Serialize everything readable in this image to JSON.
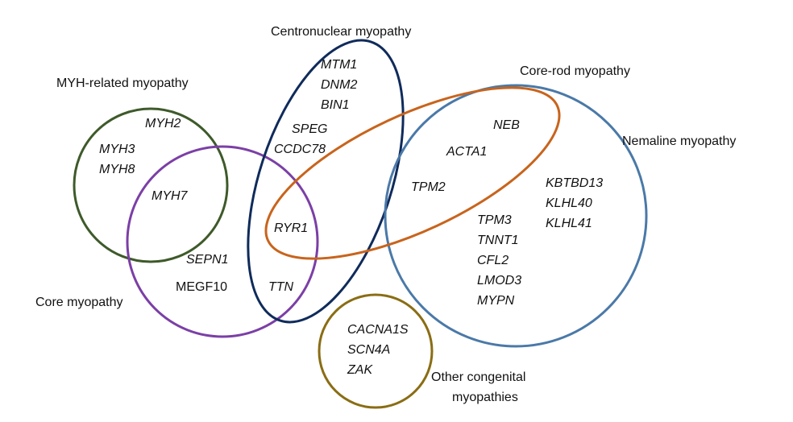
{
  "colors": {
    "myh": "#3e5a2a",
    "core": "#7b3fa6",
    "centronuclear": "#0f2b5b",
    "corerod": "#c8641c",
    "nemaline": "#4a79a8",
    "other": "#8a6d14"
  },
  "groups": {
    "myh": {
      "label": "MYH-related myopathy",
      "genes": [
        "MYH2",
        "MYH3",
        "MYH8"
      ]
    },
    "myh_core": {
      "genes": [
        "MYH7"
      ]
    },
    "core": {
      "label": "Core myopathy",
      "genes": [
        "SEPN1"
      ],
      "upright_genes": [
        "MEGF10"
      ]
    },
    "centronuclear": {
      "label": "Centronuclear myopathy",
      "genes": [
        "MTM1",
        "DNM2",
        "BIN1",
        "SPEG",
        "CCDC78"
      ]
    },
    "centro_core_rod": {
      "genes": [
        "RYR1"
      ]
    },
    "centro_core": {
      "genes": [
        "TTN"
      ]
    },
    "corerod": {
      "label": "Core-rod myopathy"
    },
    "corerod_nemaline": {
      "genes": [
        "NEB",
        "ACTA1",
        "TPM2"
      ]
    },
    "nemaline": {
      "label": "Nemaline myopathy",
      "genes_right": [
        "KBTBD13",
        "KLHL40",
        "KLHL41"
      ],
      "genes_center": [
        "TPM3",
        "TNNT1",
        "CFL2",
        "LMOD3",
        "MYPN"
      ]
    },
    "other": {
      "label_line1": "Other congenital",
      "label_line2": "myopathies",
      "genes": [
        "CACNA1S",
        "SCN4A",
        "ZAK"
      ]
    }
  }
}
